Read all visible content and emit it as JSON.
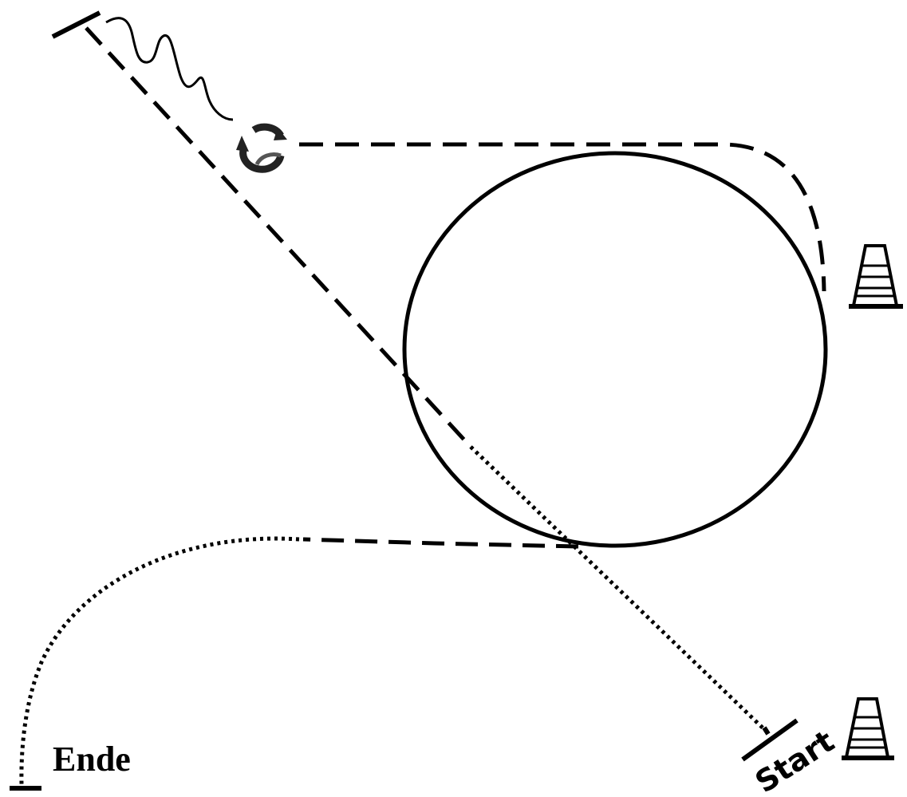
{
  "labels": {
    "start": "Start",
    "end": "Ende"
  },
  "icons": {
    "rotation": "rotate-arrows-icon",
    "cone": "traffic-cone-icon",
    "wave": "wavy-line"
  },
  "colors": {
    "ink": "#000000",
    "background": "#ffffff"
  }
}
